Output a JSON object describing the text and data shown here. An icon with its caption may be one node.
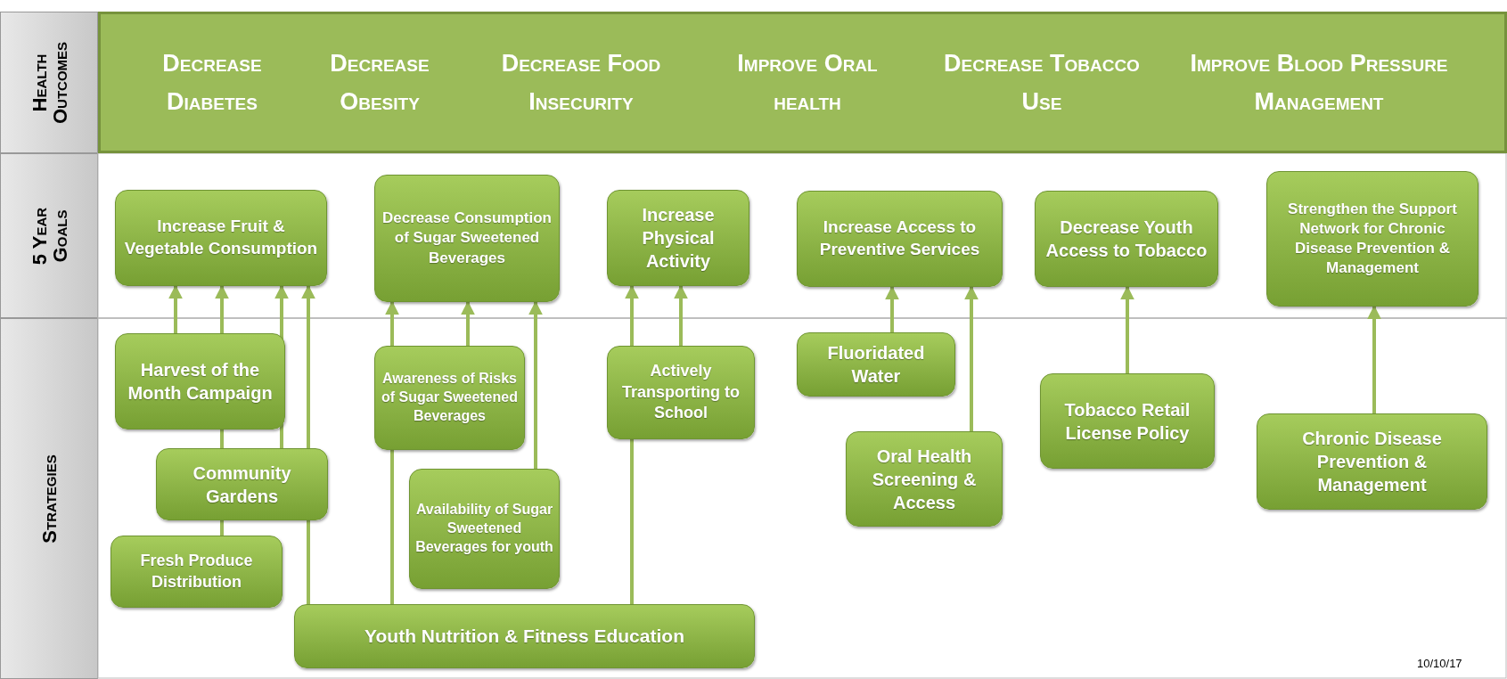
{
  "diagram": {
    "nodes": [
      {
        "text": [
          "Decrease Diabetes",
          "Decrease Obesity",
          "Decrease Food Insecurity",
          "Improve Oral health",
          "Decrease Tobacco Use",
          "Improve Blood Pressure Management"
        ]
      },
      {
        "text": [
          "Increase Fruit & Vegetable Consumption"
        ]
      },
      {
        "text": [
          "Decrease Consumption of Sugar Sweetened Beverages"
        ]
      },
      {
        "text": [
          "Increase Physical Activity"
        ]
      },
      {
        "text": [
          "Increase Access to Preventive Services"
        ]
      },
      {
        "text": [
          "Decrease Youth Access to Tobacco"
        ]
      },
      {
        "text": [
          "Strengthen the Support Network for Chronic Disease Prevention & Management"
        ]
      },
      {
        "text": [
          "Harvest of the Month Campaign"
        ]
      },
      {
        "text": [
          "Community Gardens"
        ]
      },
      {
        "text": [
          "Fresh Produce Distribution"
        ]
      },
      {
        "text": [
          "Awareness of Risks of Sugar Sweetened Beverages"
        ]
      },
      {
        "text": [
          "Availability of Sugar Sweetened Beverages for youth"
        ]
      },
      {
        "text": [
          "Youth Nutrition & Fitness Education"
        ]
      },
      {
        "text": [
          "Actively Transporting to School"
        ]
      },
      {
        "text": [
          "Fluoridated Water"
        ]
      },
      {
        "text": [
          "Oral Health Screening & Access"
        ]
      },
      {
        "text": [
          "Tobacco Retail License Policy"
        ]
      },
      {
        "text": [
          "Chronic Disease Prevention & Management"
        ]
      }
    ],
    "edges": [
      {
        "from": 7,
        "to": 1,
        "arrow": "to"
      },
      {
        "from": 9,
        "to": 8,
        "arrow": "none"
      },
      {
        "from": 8,
        "to": 7,
        "arrow": "none"
      },
      {
        "from": 7,
        "to": 1,
        "arrow": "to"
      },
      {
        "from": 8,
        "to": 1,
        "arrow": "to"
      },
      {
        "from": 12,
        "to": 8,
        "arrow": "none"
      },
      {
        "from": 8,
        "to": 1,
        "arrow": "to"
      },
      {
        "from": 12,
        "to": 10,
        "arrow": "none"
      },
      {
        "from": 10,
        "to": 2,
        "arrow": "to"
      },
      {
        "from": 10,
        "to": 2,
        "arrow": "to"
      },
      {
        "from": 11,
        "to": 2,
        "arrow": "to"
      },
      {
        "from": 12,
        "to": 13,
        "arrow": "none"
      },
      {
        "from": 13,
        "to": 3,
        "arrow": "to"
      },
      {
        "from": 13,
        "to": 3,
        "arrow": "to"
      },
      {
        "from": 14,
        "to": 4,
        "arrow": "to"
      },
      {
        "from": 15,
        "to": 4,
        "arrow": "to"
      },
      {
        "from": 16,
        "to": 5,
        "arrow": "to"
      },
      {
        "from": 17,
        "to": 6,
        "arrow": "to"
      }
    ],
    "labels": [
      "Health Outcomes",
      "5 Year Goals",
      "Strategies",
      "10/10/17"
    ]
  }
}
